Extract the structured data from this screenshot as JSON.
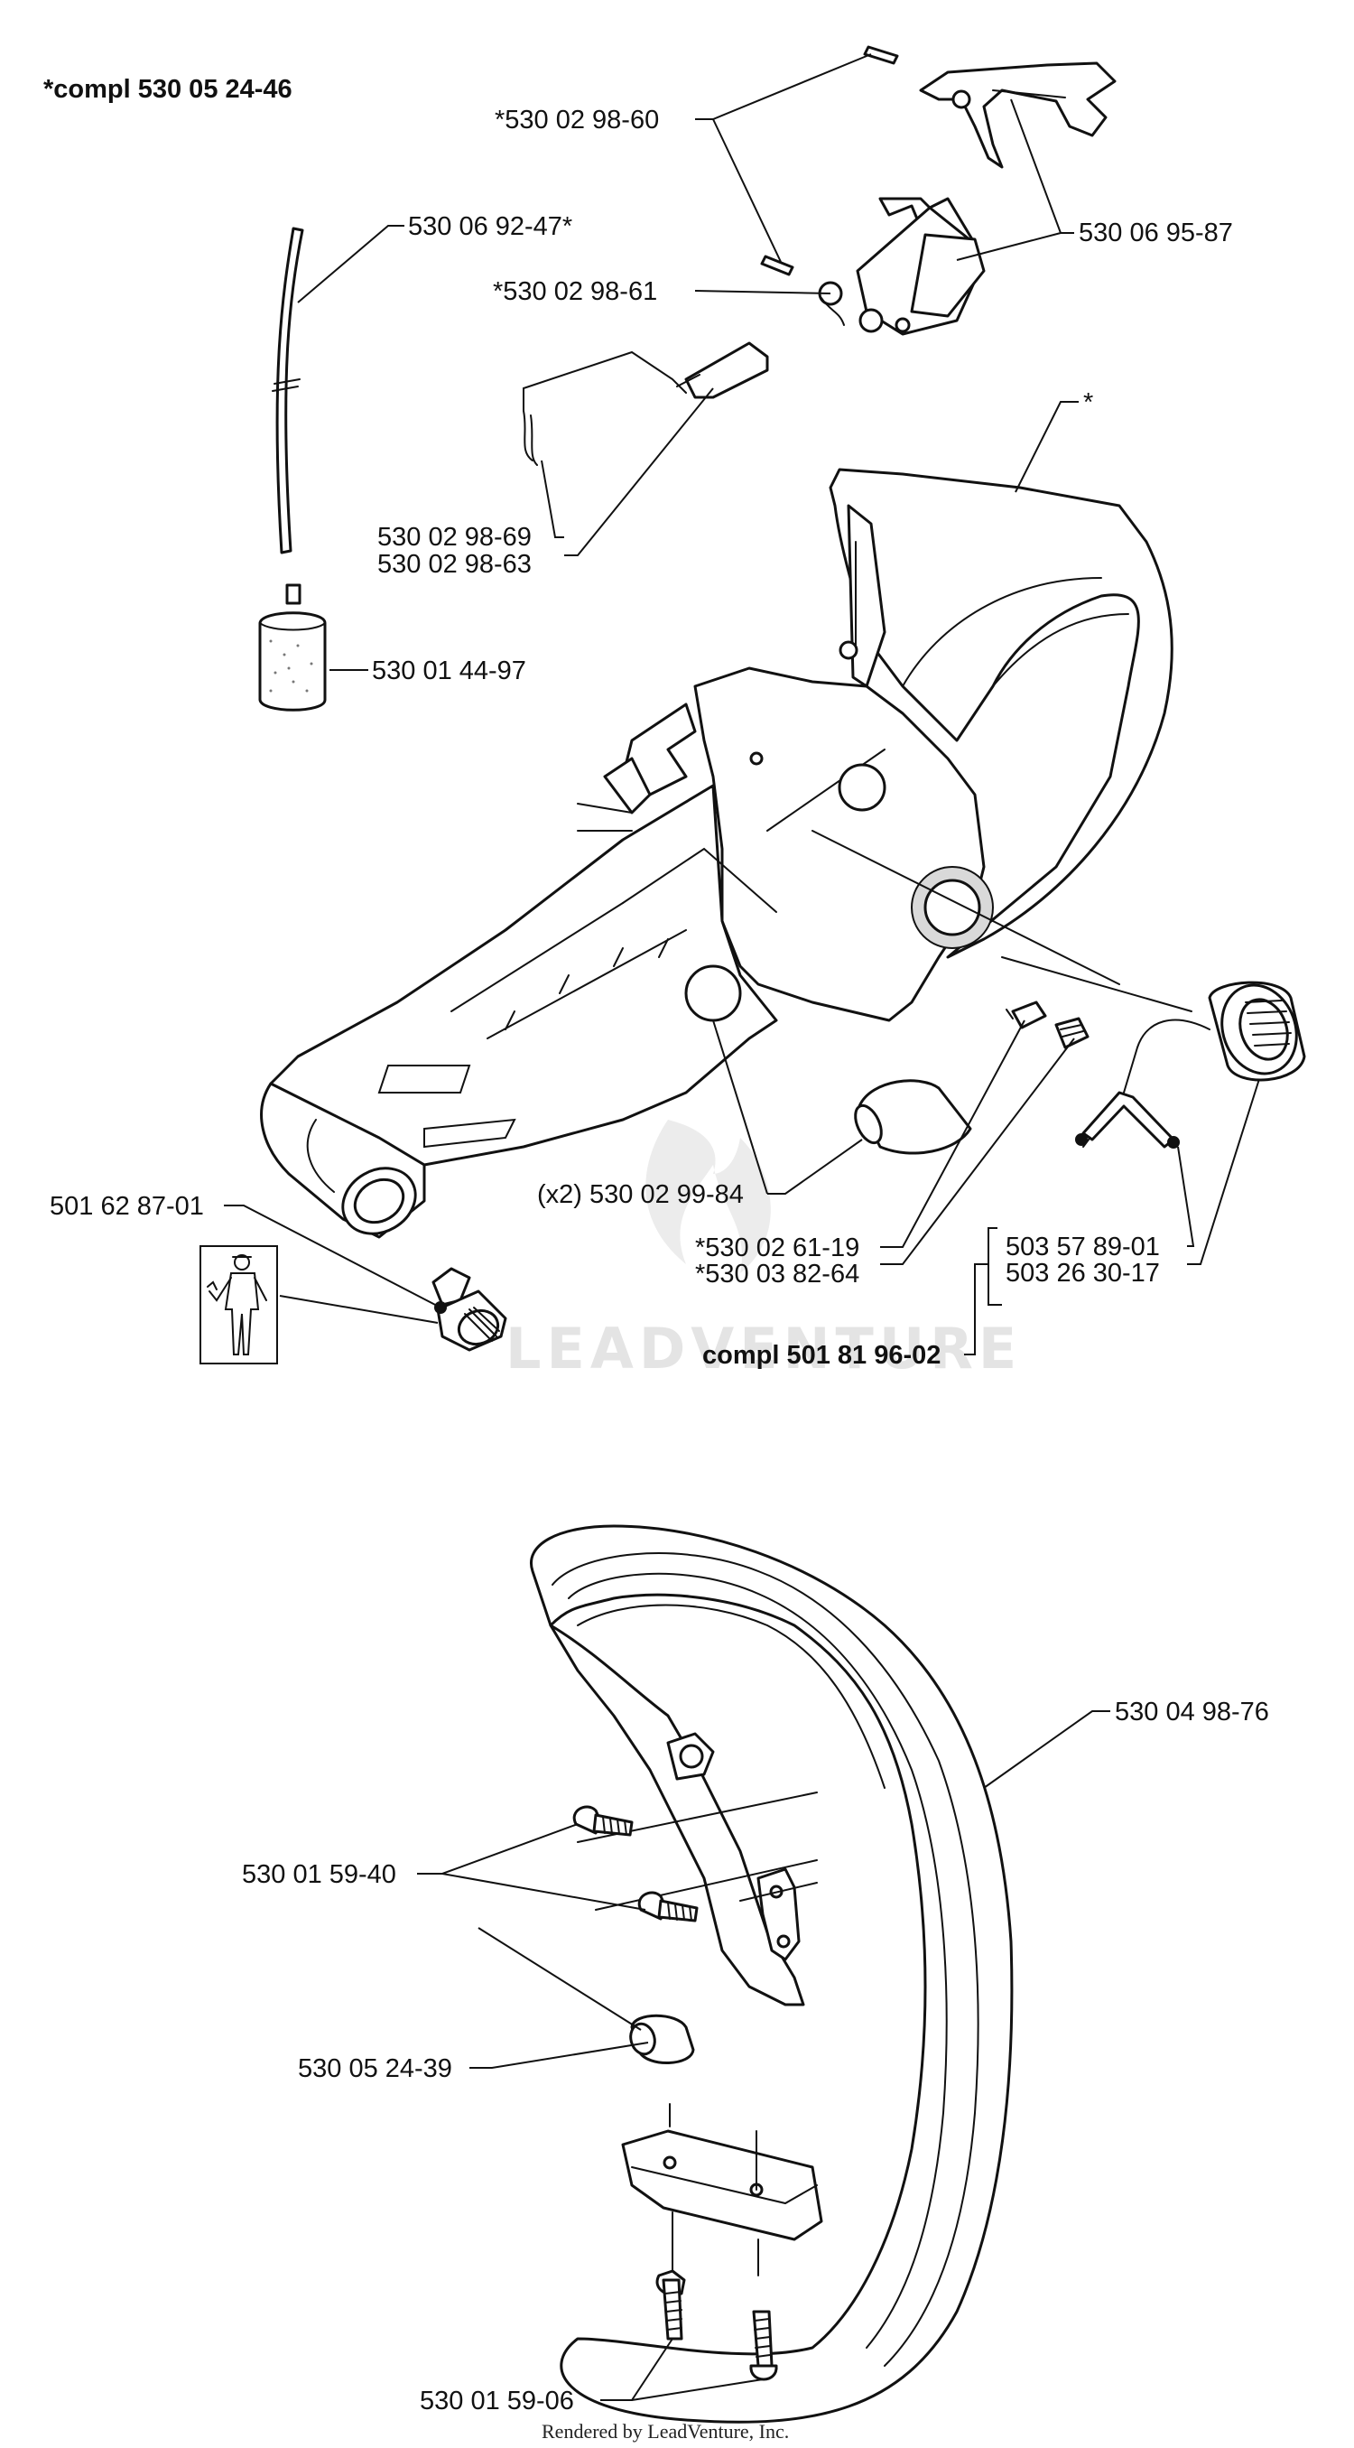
{
  "watermark": "LEADVENTURE",
  "footer": "Rendered by LeadVenture, Inc.",
  "labels": {
    "compl_top": "*compl 530 05 24-46",
    "p_53002_9860": "*530 02 98-60",
    "p_53006_9587": "530 06 95-87",
    "p_53006_9247": "530 06 92-47*",
    "p_53002_9861": "*530 02 98-61",
    "asterisk": "*",
    "p_53002_9869": "530 02 98-69",
    "p_53002_9863": "530 02 98-63",
    "p_53001_4497": "530 01 44-97",
    "p_50162_8701": "501 62 87-01",
    "p_x2_53002_9984": "(x2) 530 02 99-84",
    "p_53002_6119": "*530 02 61-19",
    "p_53003_8264": "*530 03 82-64",
    "p_50357_8901": "503 57 89-01",
    "p_50326_3017": "503 26 30-17",
    "compl_bottom": "compl 501 81 96-02",
    "p_53004_9876": "530 04 98-76",
    "p_53001_5940": "530 01 59-40",
    "p_53005_2439": "530 05 24-39",
    "p_53001_5906": "530 01 59-06"
  }
}
